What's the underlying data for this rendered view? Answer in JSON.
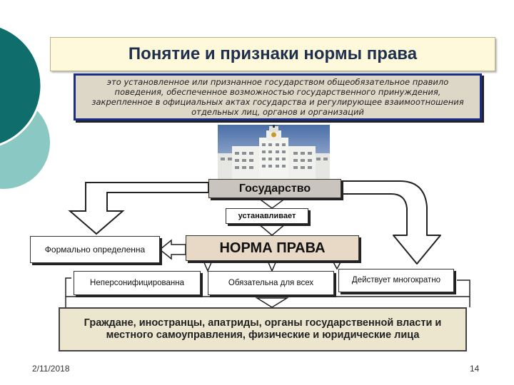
{
  "title": "Понятие и признаки нормы права",
  "definition": "это установленное или признанное государством общеобязательное правило поведения, обеспеченное возможностью государственного принуждения, закрепленное в официальных актах государства и регулирующее взаимоотношения отдельных лиц, органов и организаций",
  "state": "Государство",
  "establishes": "устанавливает",
  "norm": "НОРМА ПРАВА",
  "features": {
    "formal": "Формально определенна",
    "nonpersonal": "Неперсонифицированна",
    "binding": "Обязательна для всех",
    "repeated": "Действует многократно"
  },
  "subjects": "Граждане, иностранцы, апатриды, органы государственной власти и местного самоуправления, физические и юридические лица",
  "footer": {
    "date": "2/11/2018",
    "page": "14"
  },
  "colors": {
    "teal_dark": "#0f6e6b",
    "teal_light": "#8ac8c3",
    "definition_border": "#1a2d8c",
    "title_bg": "#fff9dc"
  }
}
